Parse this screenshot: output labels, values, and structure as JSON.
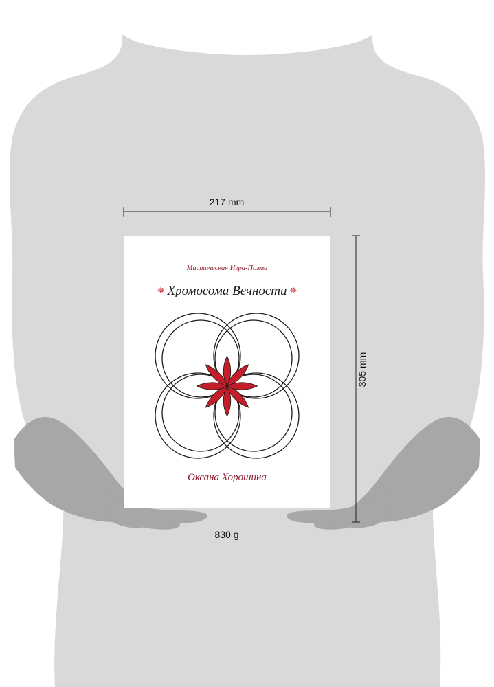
{
  "colors": {
    "background": "#ffffff",
    "silhouette": "#d9d9d9",
    "hands": "#a7a7a7",
    "accent_red": "#c41e2a",
    "title_dark_red": "#8a1c2b",
    "line": "#1a1a1a"
  },
  "book": {
    "subtitle": "Мистическая Игра-Поэма",
    "title": "Хромосома Вечности",
    "star_glyph": "✵",
    "author": "Оксана Хорошина"
  },
  "dimensions": {
    "width": "217 mm",
    "height": "305 mm",
    "weight": "830 g"
  }
}
